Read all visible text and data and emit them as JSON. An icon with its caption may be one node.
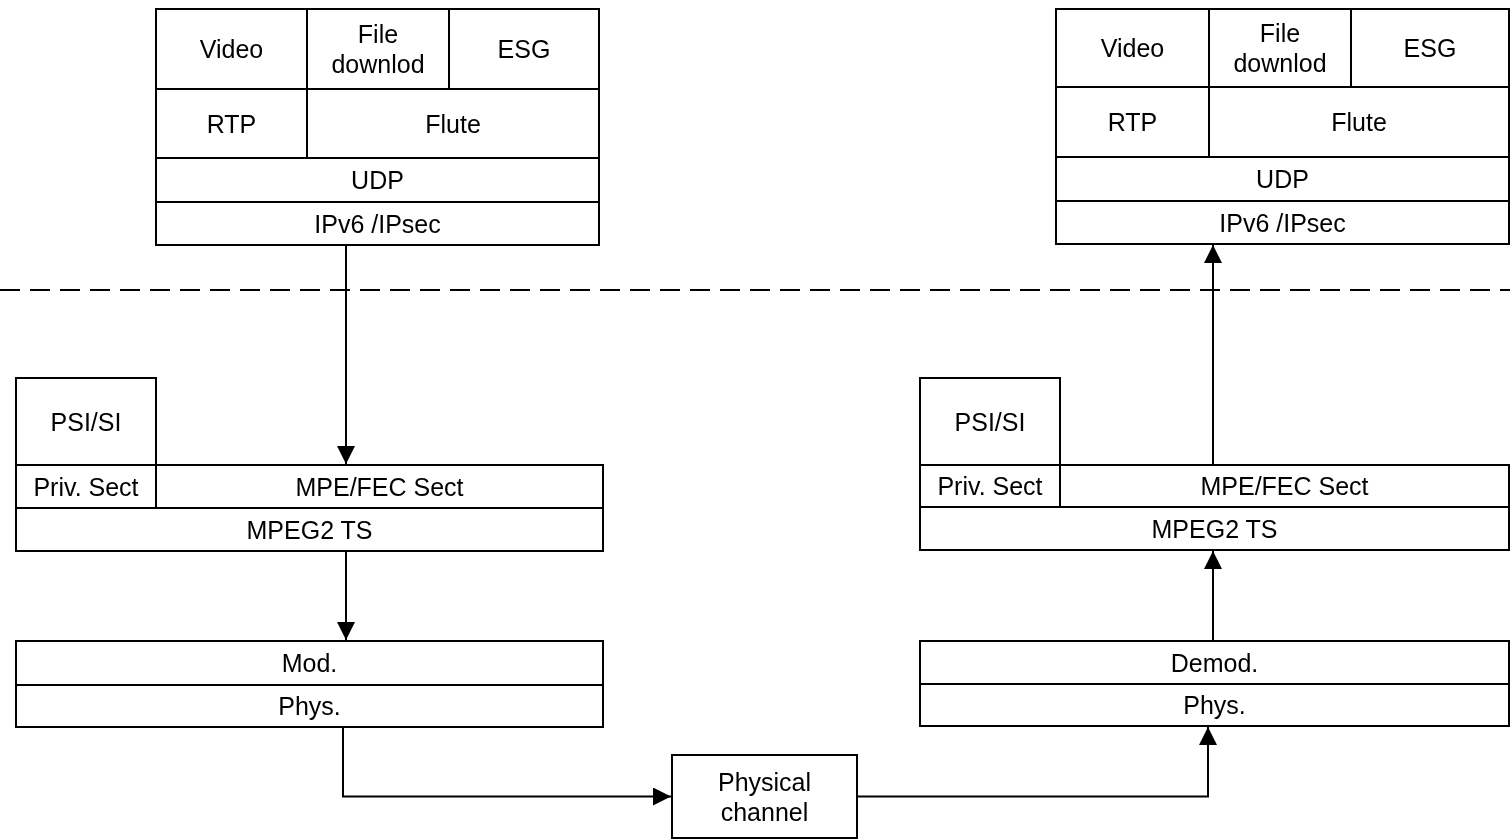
{
  "diagram": {
    "nodes": [
      {
        "text": [
          "Video"
        ]
      },
      {
        "text": [
          "File downlod"
        ]
      },
      {
        "text": [
          "ESG"
        ]
      },
      {
        "text": [
          "RTP"
        ]
      },
      {
        "text": [
          "Flute"
        ]
      },
      {
        "text": [
          "UDP"
        ]
      },
      {
        "text": [
          "IPv6 /IPsec"
        ]
      },
      {
        "text": [
          "Video"
        ]
      },
      {
        "text": [
          "File downlod"
        ]
      },
      {
        "text": [
          "ESG"
        ]
      },
      {
        "text": [
          "RTP"
        ]
      },
      {
        "text": [
          "Flute"
        ]
      },
      {
        "text": [
          "UDP"
        ]
      },
      {
        "text": [
          "IPv6 /IPsec"
        ]
      },
      {
        "text": [
          "PSI/SI"
        ]
      },
      {
        "text": [
          "Priv. Sect"
        ]
      },
      {
        "text": [
          "MPE/FEC Sect"
        ]
      },
      {
        "text": [
          "MPEG2 TS"
        ]
      },
      {
        "text": [
          "PSI/SI"
        ]
      },
      {
        "text": [
          "Priv. Sect"
        ]
      },
      {
        "text": [
          "MPE/FEC Sect"
        ]
      },
      {
        "text": [
          "MPEG2 TS"
        ]
      },
      {
        "text": [
          "Mod."
        ]
      },
      {
        "text": [
          "Phys."
        ]
      },
      {
        "text": [
          "Demod."
        ]
      },
      {
        "text": [
          "Phys."
        ]
      },
      {
        "text": [
          "Physical channel"
        ]
      }
    ],
    "edges": [
      {
        "from": 6,
        "to": 16,
        "arrow": "to"
      },
      {
        "from": 17,
        "to": 22,
        "arrow": "to"
      },
      {
        "from": 23,
        "to": 26,
        "arrow": "to"
      },
      {
        "from": 26,
        "to": 25,
        "arrow": "to"
      },
      {
        "from": 24,
        "to": 21,
        "arrow": "to"
      },
      {
        "from": 20,
        "to": 13,
        "arrow": "to"
      }
    ]
  }
}
